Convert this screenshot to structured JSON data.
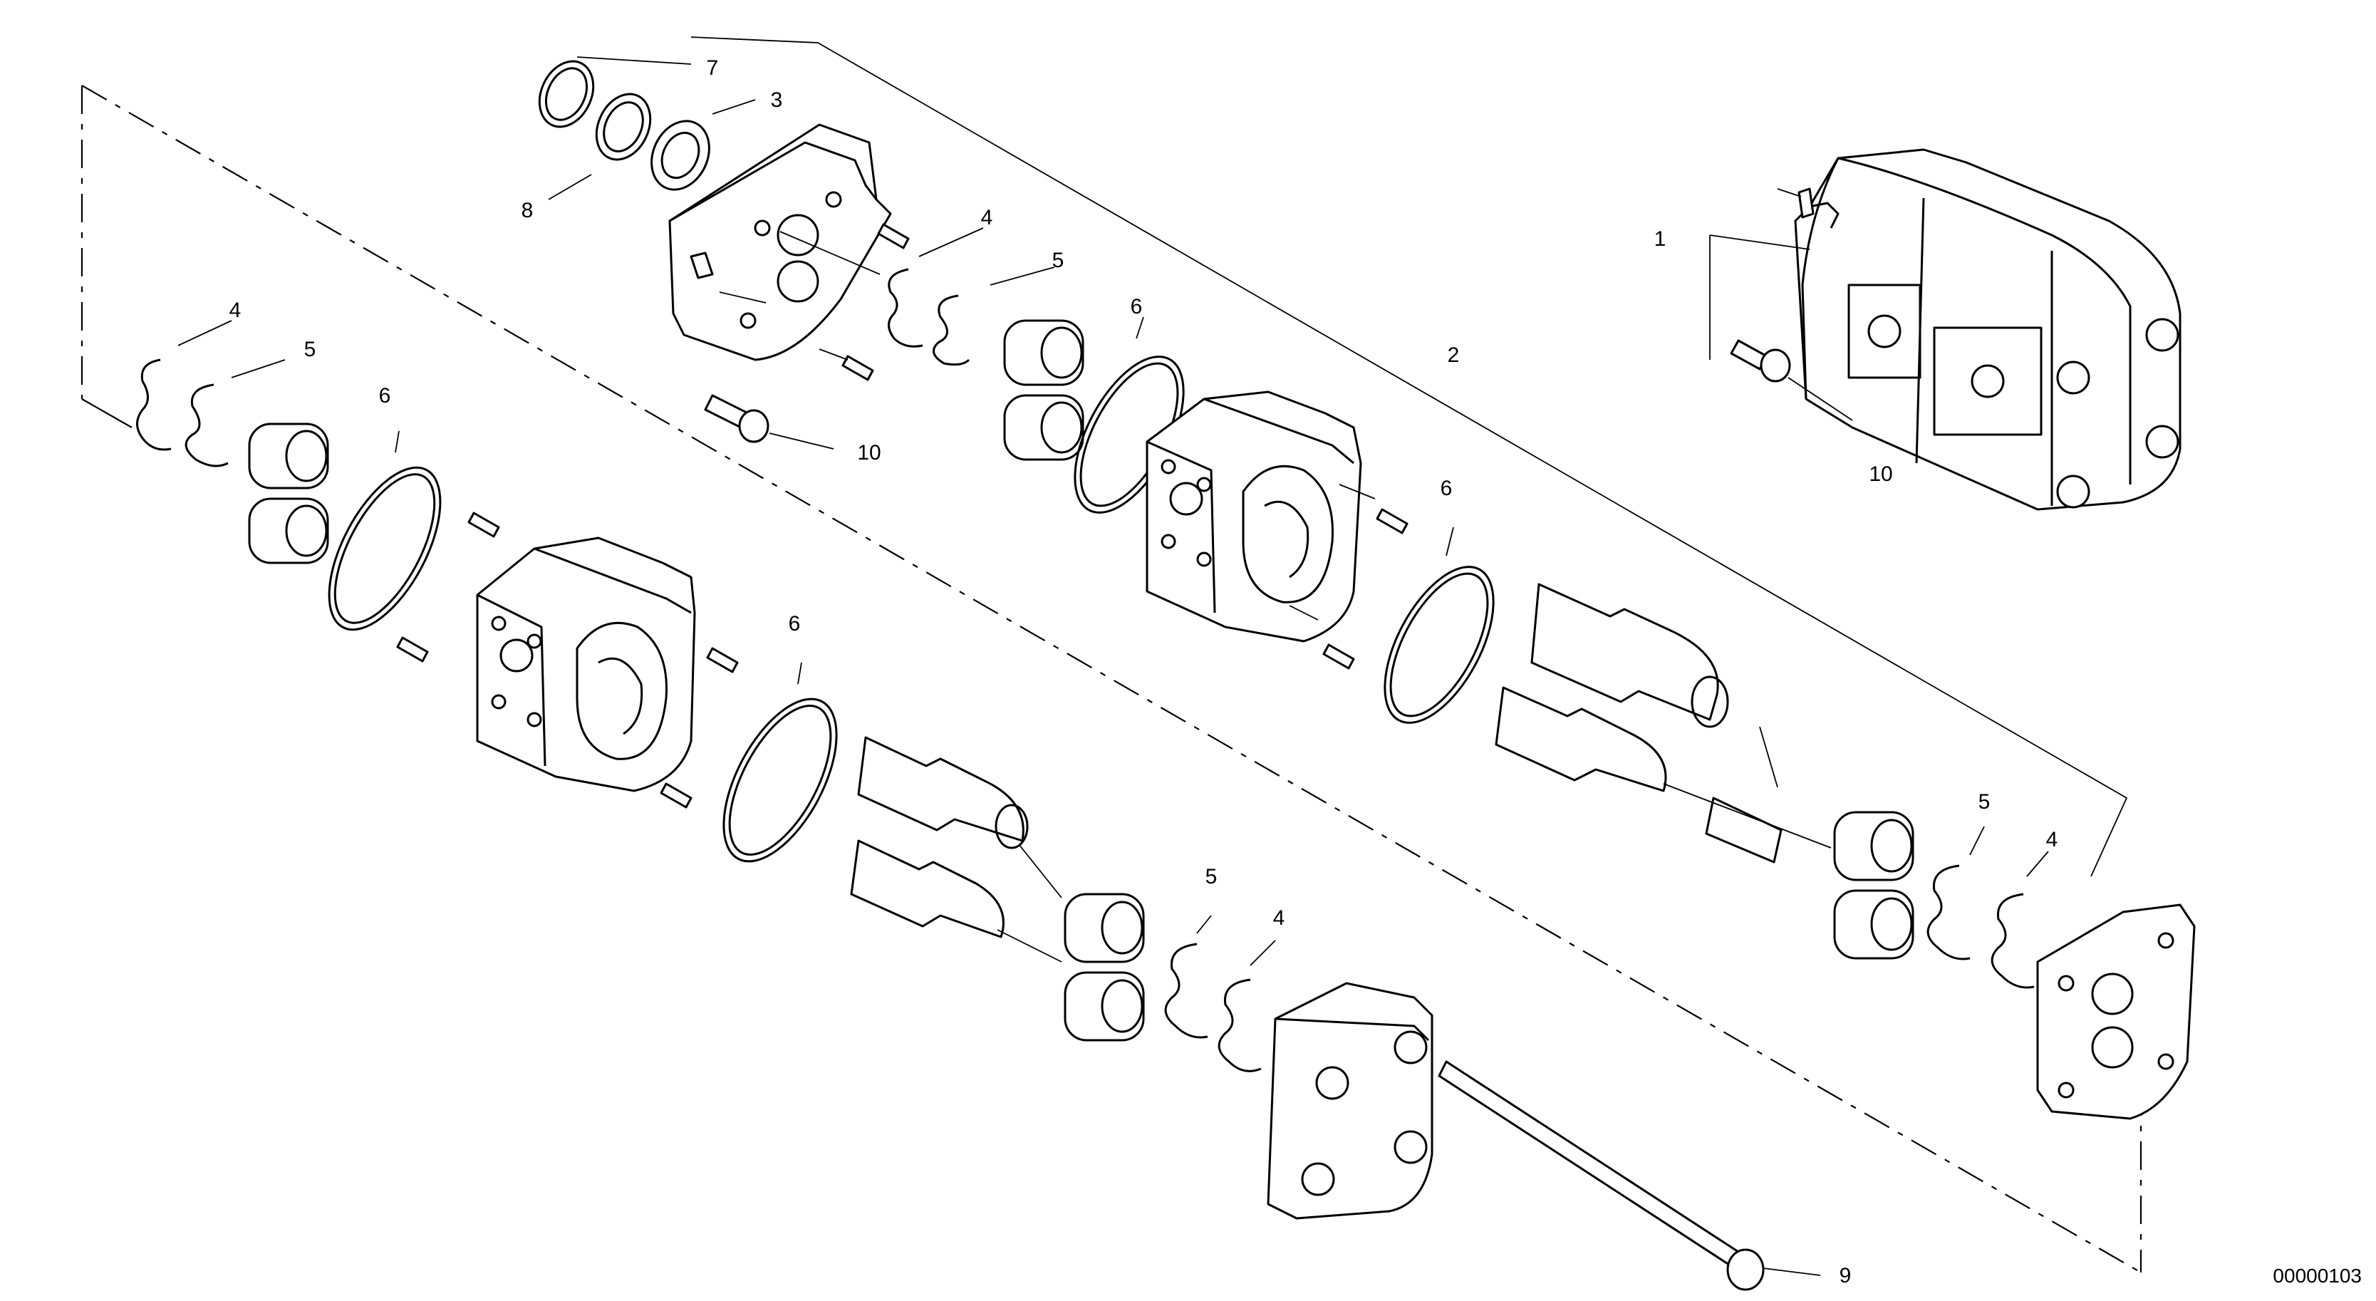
{
  "callouts": {
    "c1": "1",
    "c2": "2",
    "c3": "3",
    "c4_top": "4",
    "c4_left": "4",
    "c4_bottom": "4",
    "c4_right": "4",
    "c5_top": "5",
    "c5_left": "5",
    "c5_bottom": "5",
    "c5_right": "5",
    "c6_top": "6",
    "c6_left": "6",
    "c6_mid": "6",
    "c6_lower": "6",
    "c7": "7",
    "c8": "8",
    "c9": "9",
    "c10_top": "10",
    "c10_right": "10"
  },
  "drawing_number": "00000103"
}
